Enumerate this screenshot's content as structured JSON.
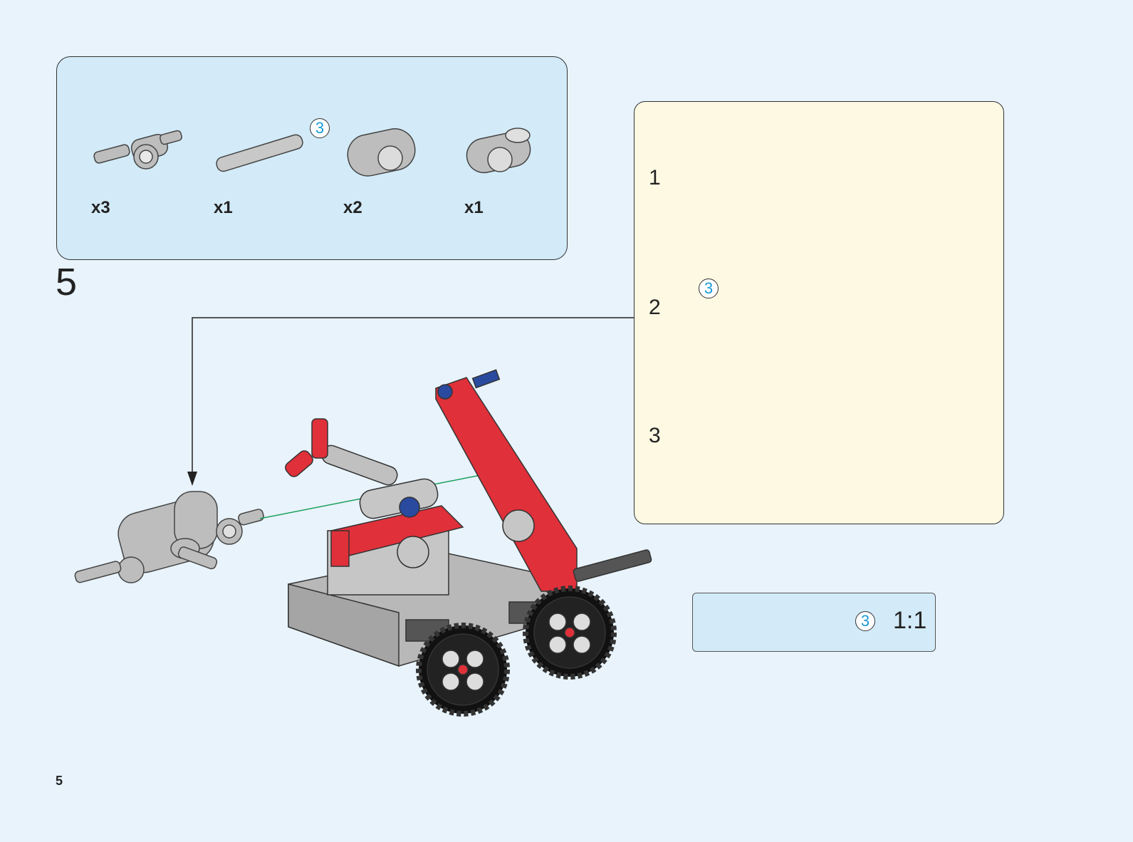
{
  "step_number": "5",
  "page_number": "5",
  "parts_list": [
    {
      "part": "connector-peg-cross",
      "quantity": "x3"
    },
    {
      "part": "axle",
      "quantity": "x1",
      "axle_length": "3"
    },
    {
      "part": "connector-cross-hole",
      "quantity": "x2"
    },
    {
      "part": "connector-perpendicular",
      "quantity": "x1"
    }
  ],
  "substeps": [
    {
      "label": "1"
    },
    {
      "label": "2",
      "axle_length": "3"
    },
    {
      "label": "3"
    }
  ],
  "scale_reference": {
    "axle_length": "3",
    "ratio": "1:1"
  },
  "colors": {
    "background": "#e8f3fb",
    "parts_box": "#d3ebf8",
    "substep_box": "#fdf9e3",
    "arrow_red": "#e0202a",
    "arrow_green": "#1aa05a",
    "brick_red": "#e0303a",
    "brick_gray": "#b8b8b8",
    "callout_blue": "#1a9ad6"
  }
}
